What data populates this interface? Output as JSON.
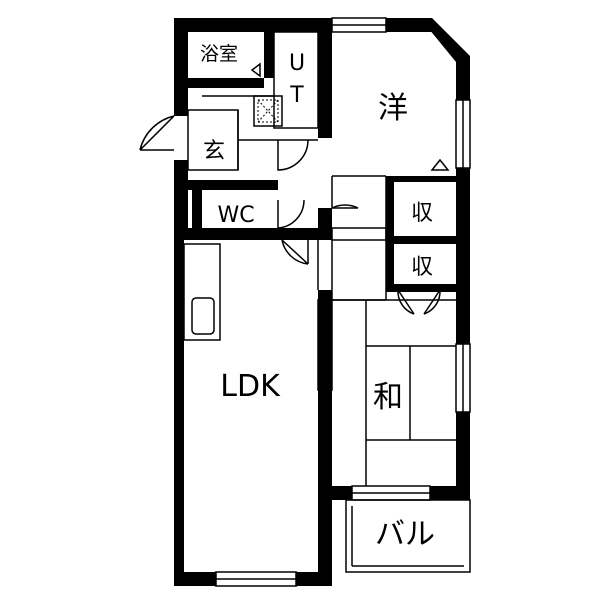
{
  "rooms": {
    "bath": "浴室",
    "utility_u": "U",
    "utility_t": "T",
    "western": "洋",
    "entrance": "玄",
    "wc": "WC",
    "storage_1": "収",
    "storage_2": "収",
    "ldk": "LDK",
    "japanese": "和",
    "balcony": "バル"
  },
  "colors": {
    "wall": "#000000",
    "background": "#ffffff",
    "line": "#000000"
  }
}
